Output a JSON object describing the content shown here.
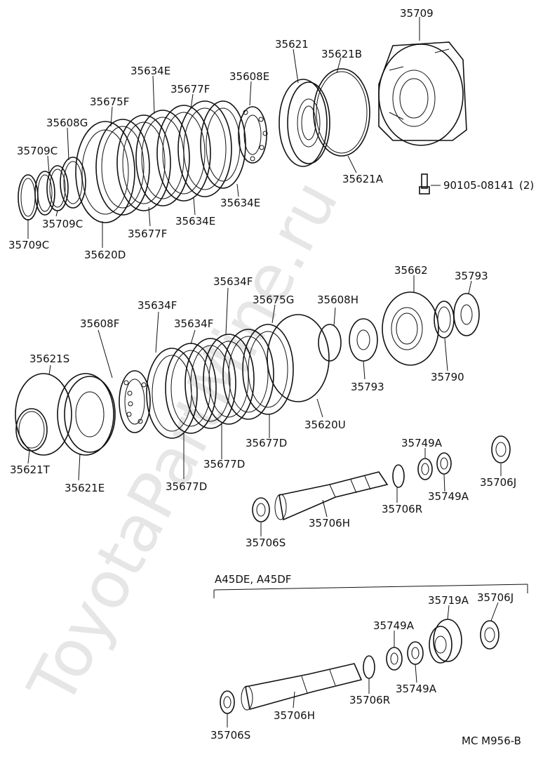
{
  "watermark": "ToyotaPartMine.ru",
  "section": {
    "variant_label": "A45DE, A45DF"
  },
  "footer": {
    "drawing_code": "MC M956-B"
  },
  "callouts": {
    "c35709_top": "35709",
    "c35621": "35621",
    "c35621B": "35621B",
    "c35608E": "35608E",
    "c35634E_a": "35634E",
    "c35677F_a": "35677F",
    "c35675F": "35675F",
    "c35608G": "35608G",
    "c35709C_a": "35709C",
    "c35709C_b": "35709C",
    "c35709C_c": "35709C",
    "c35620D": "35620D",
    "c35677F_b": "35677F",
    "c35634E_b": "35634E",
    "c35634E_c": "35634E",
    "c35621A": "35621A",
    "c90105": "90105-08141",
    "c90105_qty": "(2)",
    "c35662": "35662",
    "c35793_a": "35793",
    "c35793_b": "35793",
    "c35790": "35790",
    "c35634F_a": "35634F",
    "c35634F_b": "35634F",
    "c35634F_c": "35634F",
    "c35675G": "35675G",
    "c35608H": "35608H",
    "c35608F": "35608F",
    "c35621S": "35621S",
    "c35621T": "35621T",
    "c35621E": "35621E",
    "c35677D_a": "35677D",
    "c35677D_b": "35677D",
    "c35677D_c": "35677D",
    "c35620U": "35620U",
    "c35749A_a": "35749A",
    "c35749A_b": "35749A",
    "c35706J_a": "35706J",
    "c35706R_a": "35706R",
    "c35706H_a": "35706H",
    "c35706S_a": "35706S",
    "c35719A": "35719A",
    "c35706J_b": "35706J",
    "c35749A_c": "35749A",
    "c35749A_d": "35749A",
    "c35706R_b": "35706R",
    "c35706H_b": "35706H",
    "c35706S_b": "35706S"
  }
}
